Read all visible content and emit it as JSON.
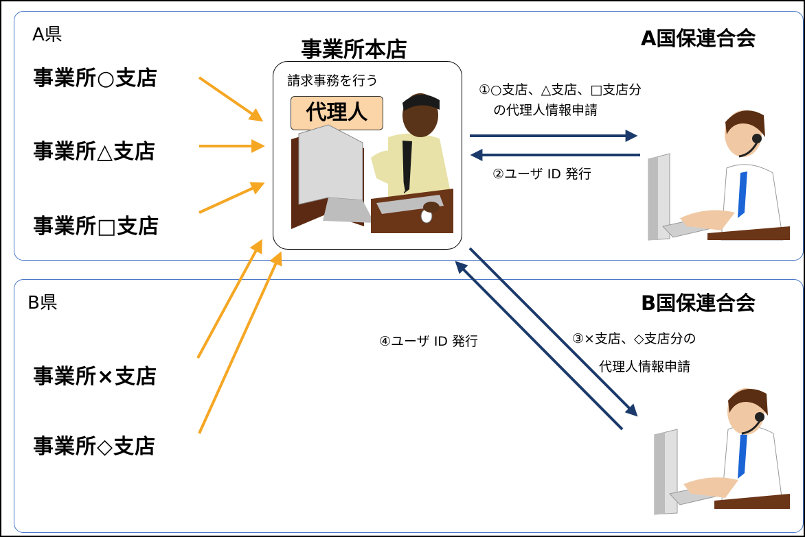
{
  "region_a": {
    "pref_label": "A県",
    "union_label": "A国保連合会",
    "branches": [
      "事業所○支店",
      "事業所△支店",
      "事業所□支店"
    ]
  },
  "region_b": {
    "pref_label": "B県",
    "union_label": "B国保連合会",
    "branches": [
      "事業所×支店",
      "事業所◇支店"
    ]
  },
  "headquarters": {
    "title": "事業所本店",
    "caption": "請求事務を行う",
    "agent_label": "代理人"
  },
  "flows": {
    "step1_line1": "①○支店、△支店、□支店分",
    "step1_line2": "の代理人情報申請",
    "step2": "②ユーザ ID 発行",
    "step3_line1": "③×支店、◇支店分の",
    "step3_line2": "代理人情報申請",
    "step4": "④ユーザ ID 発行"
  },
  "colors": {
    "region_border": "#4a78c8",
    "branch_arrow": "#f5a623",
    "flow_arrow": "#1b3a6b",
    "agent_fill": "#fbd4a8"
  }
}
